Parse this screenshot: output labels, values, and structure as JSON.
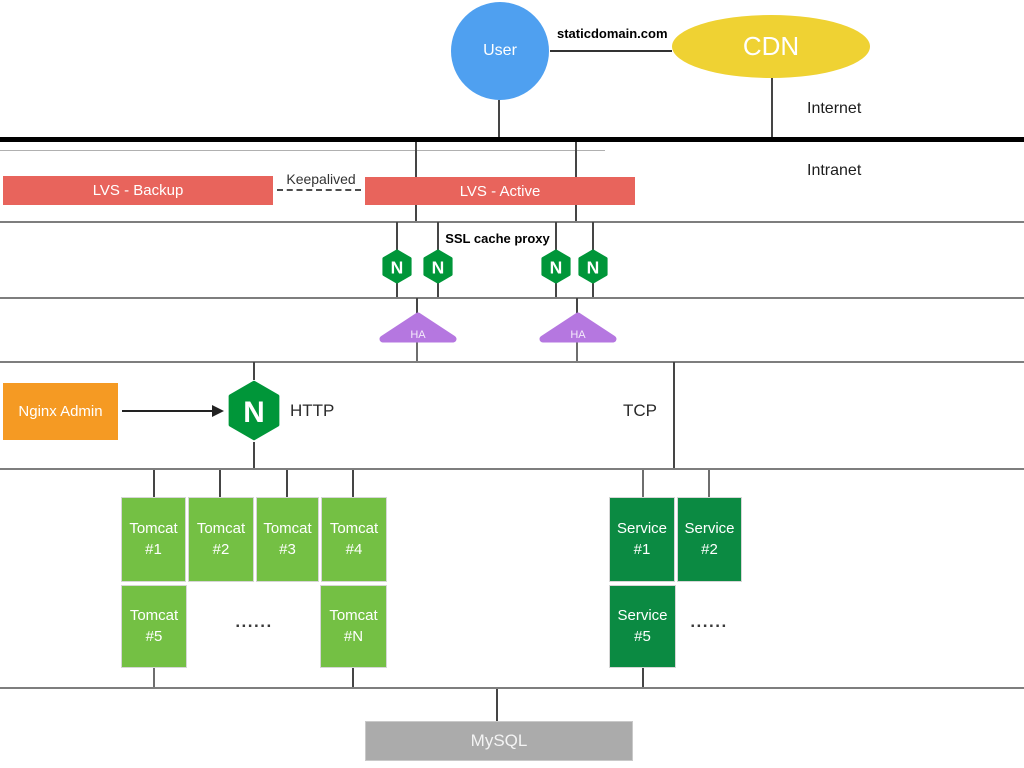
{
  "colors": {
    "user_blue": "#4FA0F0",
    "cdn_yellow": "#EFD233",
    "lvs_red": "#E8645C",
    "nginx_green": "#009639",
    "ha_purple": "#B577E0",
    "admin_orange": "#F59A23",
    "tomcat_green": "#74C044",
    "service_green": "#0B8A42",
    "mysql_gray": "#ABABAB"
  },
  "zones": {
    "internet_label": "Internet",
    "intranet_label": "Intranet"
  },
  "top": {
    "user": "User",
    "cdn": "CDN",
    "domain": "staticdomain.com"
  },
  "lvs": {
    "backup": "LVS - Backup",
    "active": "LVS - Active",
    "keepalived": "Keepalived"
  },
  "ssl": {
    "label": "SSL cache proxy",
    "nginx_letter": "N"
  },
  "ha": {
    "label": "HA"
  },
  "gateway": {
    "admin": "Nginx Admin",
    "http": "HTTP",
    "tcp": "TCP",
    "nginx_letter": "N"
  },
  "cluster": {
    "tomcat_row1": [
      "Tomcat\n#1",
      "Tomcat\n#2",
      "Tomcat\n#3",
      "Tomcat\n#4"
    ],
    "tomcat_row2": [
      "Tomcat\n#5",
      "Tomcat\n#N"
    ],
    "service_row1": [
      "Service\n#1",
      "Service\n#2"
    ],
    "service_row2": [
      "Service\n#5"
    ],
    "ellipsis": "......"
  },
  "db": {
    "mysql": "MySQL"
  }
}
